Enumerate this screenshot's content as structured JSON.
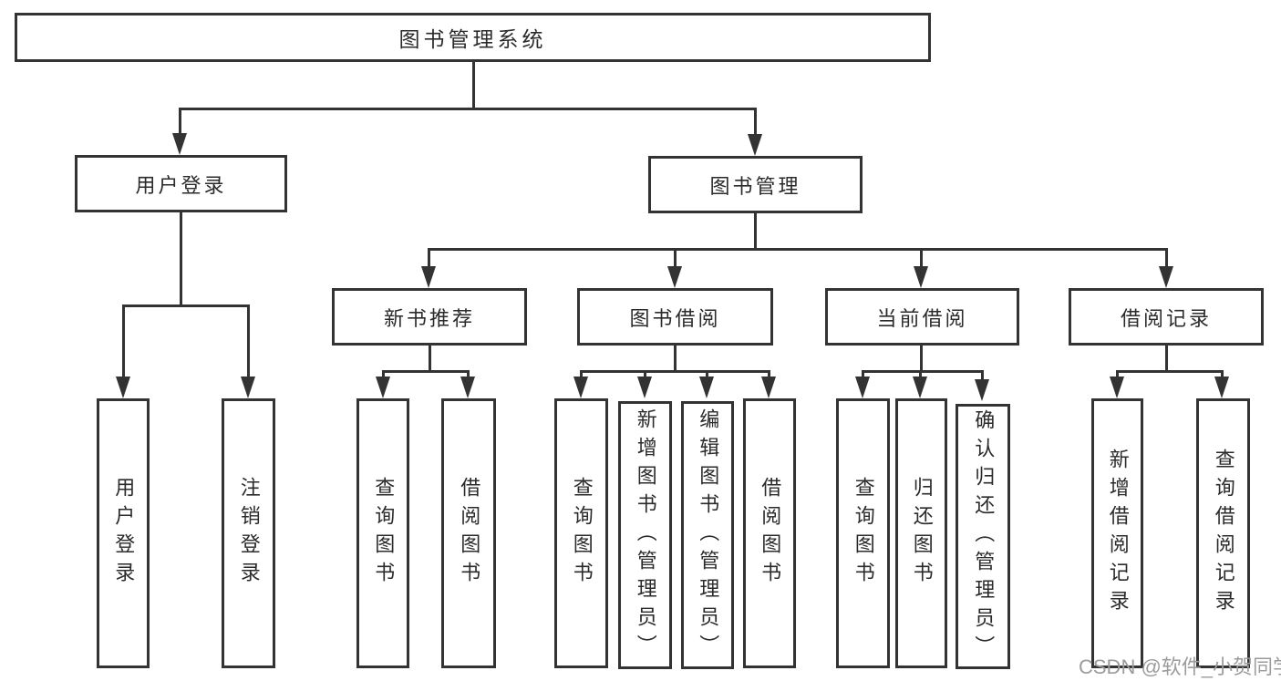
{
  "nodes": {
    "root": "图书管理系统",
    "user_login": "用户登录",
    "book_management": "图书管理",
    "login_leaf": "用户登录",
    "logout_leaf": "注销登录",
    "new_book_rec": "新书推荐",
    "book_borrow": "图书借阅",
    "current_borrow": "当前借阅",
    "borrow_records": "借阅记录",
    "nbr_query_books": "查询图书",
    "nbr_borrow_books": "借阅图书",
    "bb_query_books": "查询图书",
    "bb_add_books": "新增图书（管理员）",
    "bb_edit_books": "编辑图书（管理员）",
    "bb_borrow_books": "借阅图书",
    "cb_query_books": "查询图书",
    "cb_return_books": "归还图书",
    "cb_confirm_return": "确认归还（管理员）",
    "br_add_record": "新增借阅记录",
    "br_query_record": "查询借阅记录"
  },
  "tree": {
    "图书管理系统": {
      "用户登录": [
        "用户登录",
        "注销登录"
      ],
      "图书管理": {
        "新书推荐": [
          "查询图书",
          "借阅图书"
        ],
        "图书借阅": [
          "查询图书",
          "新增图书（管理员）",
          "编辑图书（管理员）",
          "借阅图书"
        ],
        "当前借阅": [
          "查询图书",
          "归还图书",
          "确认归还（管理员）"
        ],
        "借阅记录": [
          "新增借阅记录",
          "查询借阅记录"
        ]
      }
    }
  },
  "watermark": "CSDN @软件_小贺同学",
  "colors": {
    "line": "#333333",
    "text": "#2b2b2b",
    "watermark": "#9c9c9c",
    "background": "#ffffff"
  }
}
